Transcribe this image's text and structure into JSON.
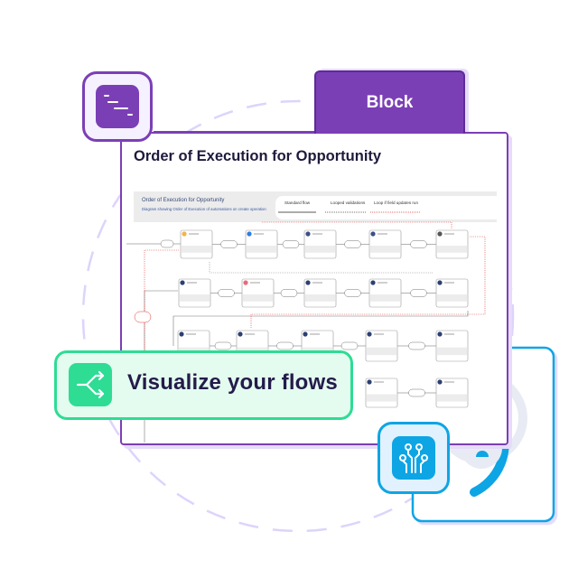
{
  "block_tab": {
    "label": "Block"
  },
  "card": {
    "title": "Order of Execution for Opportunity"
  },
  "diagram": {
    "title": "Order of Execution for Opportunity",
    "subtitle": "Diagram showing Order of Execution of automations on create operation",
    "legend": [
      {
        "label": "Standard flow",
        "style": "solid",
        "color": "#222222"
      },
      {
        "label": "Looped validations",
        "style": "dotted",
        "color": "#444444"
      },
      {
        "label": "Loop if field updates run",
        "style": "dotted",
        "color": "#e03a3a"
      }
    ]
  },
  "banner": {
    "label": "Visualize your flows",
    "icon": "split-arrows-icon"
  },
  "icons": {
    "top_left": "timeline-icon",
    "bottom_right": "circuit-icon"
  },
  "colors": {
    "purple": "#7b3fb5",
    "green": "#2edc94",
    "blue": "#0ea5e4",
    "navy": "#241b4a"
  }
}
